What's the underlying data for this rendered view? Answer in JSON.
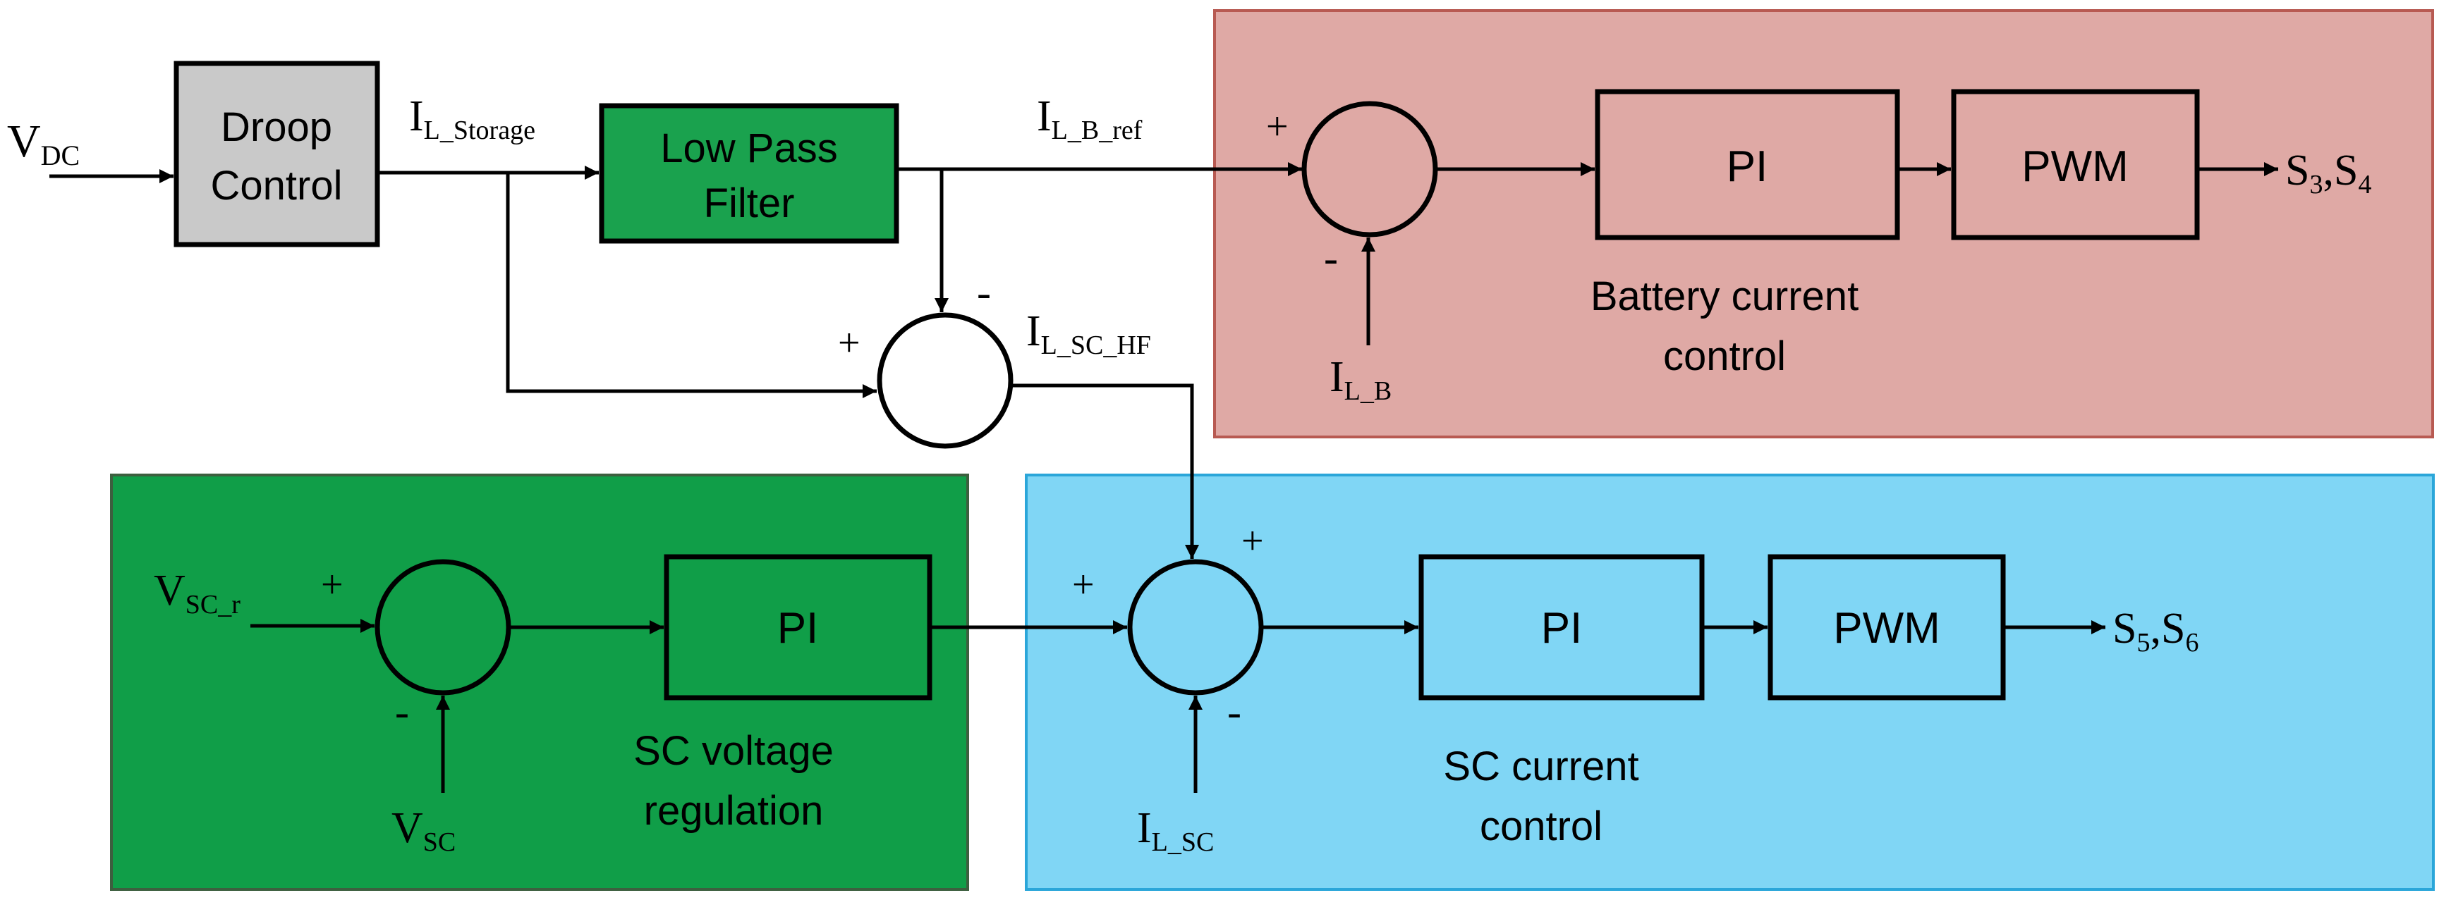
{
  "colors": {
    "battery_region": "#dfa9a5",
    "battery_region_border": "#b85a52",
    "sc_voltage_region": "#109e48",
    "sc_voltage_region_border": "#3d5f3f",
    "sc_current_region": "#80d6f5",
    "sc_current_region_border": "#2ba6d9",
    "droop_block": "#c9c9c9",
    "lpf_block": "#1aa24e"
  },
  "blocks": {
    "droop": {
      "line1": "Droop",
      "line2": "Control"
    },
    "lpf": {
      "line1": "Low Pass",
      "line2": "Filter"
    },
    "pi_battery": "PI",
    "pwm_battery": "PWM",
    "pi_sc_voltage": "PI",
    "pi_sc_current": "PI",
    "pwm_sc": "PWM"
  },
  "regions": {
    "battery": {
      "line1": "Battery current",
      "line2": "control"
    },
    "sc_voltage": {
      "line1": "SC voltage",
      "line2": "regulation"
    },
    "sc_current": {
      "line1": "SC current",
      "line2": "control"
    }
  },
  "signals": {
    "vdc": {
      "main": "V",
      "sub": "DC"
    },
    "il_storage": {
      "main": "I",
      "sub": "L_Storage"
    },
    "il_b_ref": {
      "main": "I",
      "sub": "L_B_ref"
    },
    "il_sc_hf": {
      "main": "I",
      "sub": "L_SC_HF"
    },
    "il_b": {
      "main": "I",
      "sub": "L_B"
    },
    "vsc_r": {
      "main": "V",
      "sub": "SC_r"
    },
    "vsc": {
      "main": "V",
      "sub": "SC"
    },
    "il_sc": {
      "main": "I",
      "sub": "L_SC"
    },
    "out_battery": {
      "a": "S",
      "a_sub": "3",
      "sep": ",",
      "b": "S",
      "b_sub": "4"
    },
    "out_sc": {
      "a": "S",
      "a_sub": "5",
      "sep": ",",
      "b": "S",
      "b_sub": "6"
    }
  },
  "signs": {
    "plus": "+",
    "minus": "-"
  }
}
